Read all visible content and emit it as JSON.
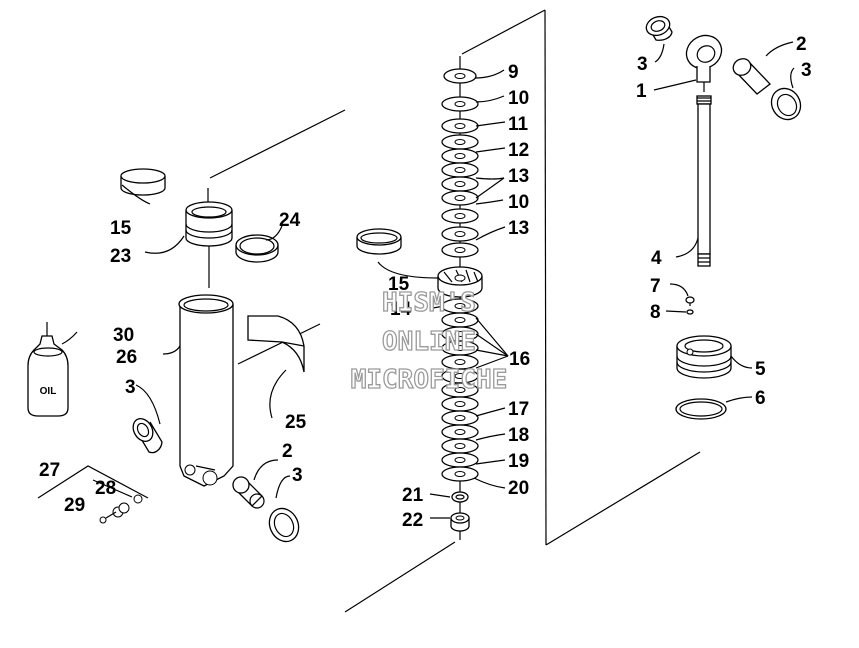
{
  "callouts": [
    "1",
    "2",
    "3",
    "4",
    "5",
    "6",
    "7",
    "8",
    "9",
    "10",
    "11",
    "12",
    "13",
    "14",
    "15",
    "16",
    "17",
    "18",
    "19",
    "20",
    "21",
    "22",
    "23",
    "24",
    "25",
    "26",
    "27",
    "28",
    "29",
    "30"
  ],
  "oil_bottle_text": "OIL",
  "watermark": {
    "line1": "HISM'S",
    "line2": "ONLINE",
    "line3": "MICROFICHE"
  }
}
